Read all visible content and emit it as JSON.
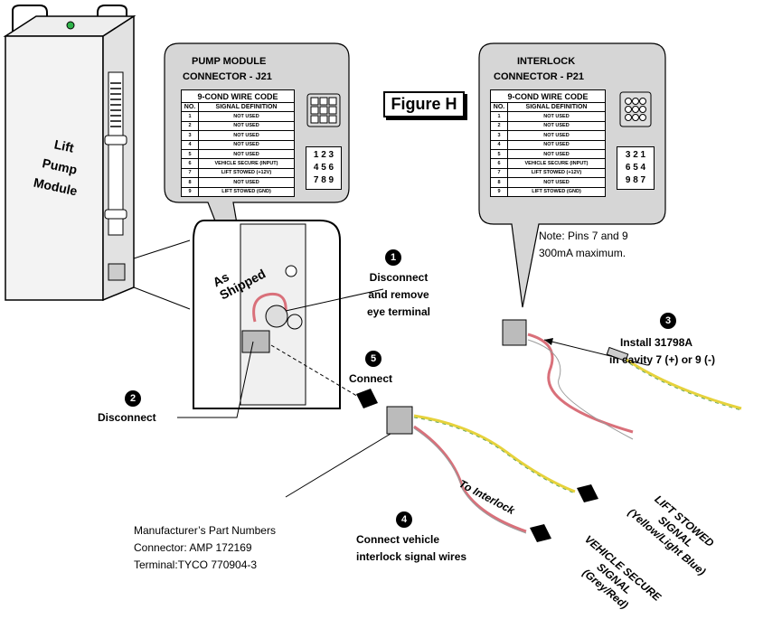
{
  "figure_label": "Figure H",
  "pump_module_label": [
    "Lift",
    "Pump",
    "Module"
  ],
  "as_shipped_label": "As Shipped",
  "pump_connector": {
    "title_line1": "PUMP MODULE",
    "title_line2": "CONNECTOR - J21",
    "table_title": "9-COND WIRE CODE",
    "col_no": "NO.",
    "col_signal": "SIGNAL DEFINITION",
    "rows": [
      {
        "no": "1",
        "signal": "NOT USED"
      },
      {
        "no": "2",
        "signal": "NOT USED"
      },
      {
        "no": "3",
        "signal": "NOT USED"
      },
      {
        "no": "4",
        "signal": "NOT USED"
      },
      {
        "no": "5",
        "signal": "NOT USED"
      },
      {
        "no": "6",
        "signal": "VEHICLE SECURE (INPUT)"
      },
      {
        "no": "7",
        "signal": "LIFT STOWED (+12V)"
      },
      {
        "no": "8",
        "signal": "NOT USED"
      },
      {
        "no": "9",
        "signal": "LIFT STOWED (GND)"
      }
    ],
    "pin_rows": [
      "1 2 3",
      "4 5 6",
      "7 8 9"
    ]
  },
  "interlock_connector": {
    "title_line1": "INTERLOCK",
    "title_line2": "CONNECTOR - P21",
    "table_title": "9-COND WIRE CODE",
    "col_no": "NO.",
    "col_signal": "SIGNAL DEFINITION",
    "rows": [
      {
        "no": "1",
        "signal": "NOT USED"
      },
      {
        "no": "2",
        "signal": "NOT USED"
      },
      {
        "no": "3",
        "signal": "NOT USED"
      },
      {
        "no": "4",
        "signal": "NOT USED"
      },
      {
        "no": "5",
        "signal": "NOT USED"
      },
      {
        "no": "6",
        "signal": "VEHICLE SECURE (INPUT)"
      },
      {
        "no": "7",
        "signal": "LIFT STOWED (+12V)"
      },
      {
        "no": "8",
        "signal": "NOT USED"
      },
      {
        "no": "9",
        "signal": "LIFT STOWED (GND)"
      }
    ],
    "pin_rows": [
      "3 2 1",
      "6 5 4",
      "9 8 7"
    ]
  },
  "note_line1": "Note:  Pins 7 and 9",
  "note_line2": "300mA maximum.",
  "steps": {
    "s1": {
      "num": "1",
      "line1": "Disconnect",
      "line2": "and remove",
      "line3": "eye terminal"
    },
    "s2": {
      "num": "2",
      "text": "Disconnect"
    },
    "s3": {
      "num": "3",
      "line1": "Install 31798A",
      "line2": "in cavity 7 (+) or 9 (-)"
    },
    "s4": {
      "num": "4",
      "line1": "Connect vehicle",
      "line2": "interlock signal wires"
    },
    "s5": {
      "num": "5",
      "text": "Connect"
    }
  },
  "to_interlock": "To Interlock",
  "lift_stowed": {
    "line1": "LIFT STOWED",
    "line2": "SIGNAL",
    "line3": "(Yellow/Light Blue)"
  },
  "vehicle_secure": {
    "line1": "VEHICLE SECURE",
    "line2": "SIGNAL",
    "line3": "(Grey/Red)"
  },
  "part_numbers": {
    "line1": "Manufacturer’s Part Numbers",
    "line2": "Connector:  AMP 172169",
    "line3": "Terminal:TYCO 770904-3"
  },
  "colors": {
    "panel_gray": "#d6d6d6",
    "wire_red": "#d9707a",
    "wire_yellow": "#e6d23c",
    "wire_green": "#6aa85c",
    "led_green": "#2fb34a"
  }
}
